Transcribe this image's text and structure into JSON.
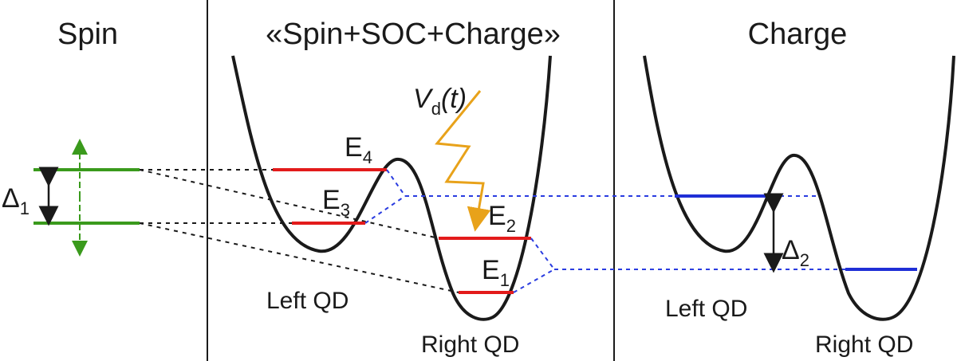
{
  "panels": {
    "spin": {
      "title": "Spin",
      "delta_symbol": "Δ",
      "delta_sub": "1"
    },
    "middle": {
      "title": "«Spin+SOC+Charge»",
      "drive_symbol": "V",
      "drive_sub": "d",
      "drive_arg": "(t)",
      "levels": [
        {
          "symbol": "E",
          "sub": "4"
        },
        {
          "symbol": "E",
          "sub": "3"
        },
        {
          "symbol": "E",
          "sub": "2"
        },
        {
          "symbol": "E",
          "sub": "1"
        }
      ],
      "left_label": "Left QD",
      "right_label": "Right QD"
    },
    "charge": {
      "title": "Charge",
      "delta_symbol": "Δ",
      "delta_sub": "2",
      "left_label": "Left QD",
      "right_label": "Right QD"
    }
  },
  "colors": {
    "spin_levels": "#3a9a1c",
    "middle_levels": "#e31b1b",
    "charge_levels": "#1f2fd6",
    "drive_arrow": "#e8a21a",
    "connector_black": "#1a1a1a",
    "connector_blue": "#2a3ce0"
  }
}
